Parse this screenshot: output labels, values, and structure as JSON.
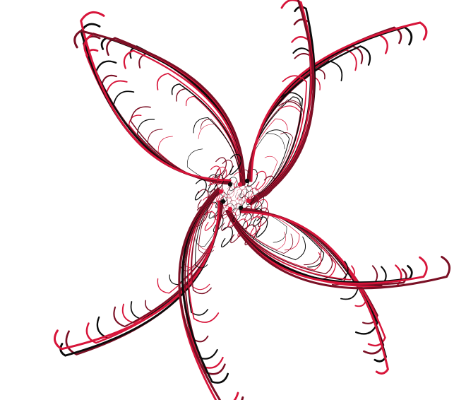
{
  "artwork": {
    "kind": "generative-line-art",
    "arms": 8,
    "curls_per_arm": 14,
    "colors": {
      "background": "#ffffff",
      "crimson": "#d7153a",
      "maroon": "#7a0f24",
      "black": "#0a0a0a"
    },
    "palette_order": [
      "crimson",
      "maroon",
      "black"
    ]
  }
}
